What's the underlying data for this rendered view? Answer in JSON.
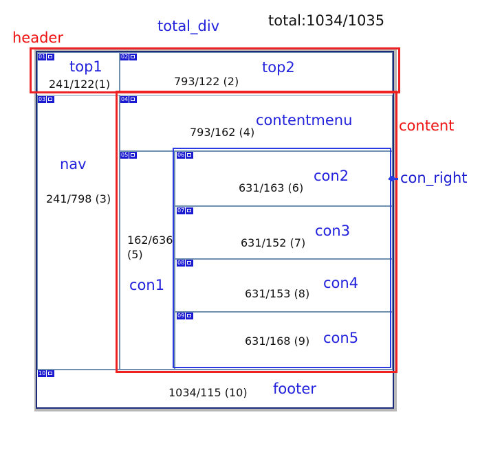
{
  "labels": {
    "total_div": "total_div",
    "total": "total:1034/1035",
    "header": "header",
    "content": "content",
    "con_right": "con_right",
    "top1": "top1",
    "top2": "top2",
    "nav": "nav",
    "contentmenu": "contentmenu",
    "con1": "con1",
    "con2": "con2",
    "con3": "con3",
    "con4": "con4",
    "con5": "con5",
    "footer": "footer"
  },
  "dims": {
    "top1": "241/122(1)",
    "top2": "793/122 (2)",
    "nav": "241/798 (3)",
    "contentmenu": "793/162 (4)",
    "con1_line1": "162/636",
    "con1_line2": "(5)",
    "con2": "631/163 (6)",
    "con3": "631/152 (7)",
    "con4": "631/153 (8)",
    "con5": "631/168 (9)",
    "footer": "1034/115 (10)"
  },
  "badges": [
    "01",
    "02",
    "03",
    "04",
    "05",
    "06",
    "07",
    "08",
    "09",
    "10"
  ],
  "colors": {
    "label_blue": "#2222dd",
    "label_red": "#ee1111",
    "frame_navy": "#1b2a78",
    "region_red": "#ee2222",
    "con_right_blue": "#2a3ae0",
    "divider": "#6e8fb0"
  }
}
